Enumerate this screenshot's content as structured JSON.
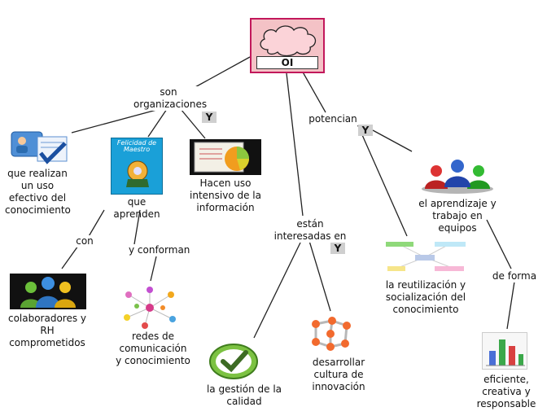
{
  "root": {
    "label": "OI"
  },
  "links": {
    "son_organizaciones": "son\norganizaciones",
    "potencian": "potencian",
    "estan_interesadas": "están\ninteresadas en",
    "con": "con",
    "y_conforman": "y conforman",
    "de_forma": "de forma",
    "y_badge_1": "Y",
    "y_badge_2": "Y",
    "y_badge_3": "Y"
  },
  "nodes": {
    "uso_efectivo": "que realizan\nun uso\nefectivo del\nconocimiento",
    "aprenden": "que\naprenden",
    "uso_intensivo": "Hacen uso\nintensivo de la\ninformación",
    "colaboradores": "colaboradores y\nRH\ncomprometidos",
    "redes": "redes de\ncomunicación\ny conocimiento",
    "gestion_calidad": "la gestión de la\ncalidad",
    "cultura_innovacion": "desarrollar\ncultura de\ninnovación",
    "reutilizacion": "la reutilización y\nsocialización del\nconocimiento",
    "aprendizaje_equipos": "el aprendizaje y\ntrabajo en equipos",
    "eficiente": "eficiente,\ncreativa y\nresponsable"
  },
  "book_cover": {
    "title": "Felicidad de\nMaestro"
  },
  "icons": {
    "root": "cloud-icon",
    "uso_efectivo": "id-card-checkmark-icon",
    "aprenden": "book-cover-icon",
    "uso_intensivo": "pie-chart-document-icon",
    "colaboradores": "people-group-icon",
    "redes": "network-people-icon",
    "gestion_calidad": "checkmark-circle-icon",
    "cultura_innovacion": "molecule-icon",
    "reutilizacion": "mini-concept-map-icon",
    "aprendizaje_equipos": "team-people-icon",
    "eficiente": "bar-chart-icon"
  },
  "colors": {
    "root_fill": "#f4c2c6",
    "root_border": "#c2185b",
    "badge": "#cfcfcf",
    "line": "#222222"
  }
}
